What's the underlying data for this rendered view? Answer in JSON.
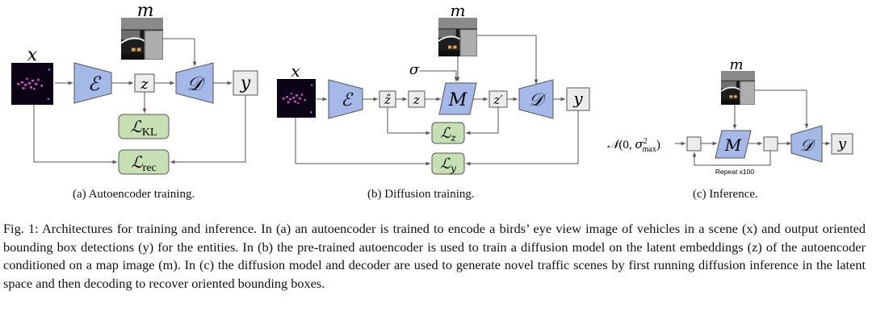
{
  "panels": {
    "a": {
      "caption": "(a) Autoencoder training.",
      "x": "x",
      "m": "m",
      "encoder": "ℰ",
      "latent": "z",
      "decoder": "𝒟",
      "output": "y",
      "loss_kl_main": "ℒ",
      "loss_kl_sub": "KL",
      "loss_rec_main": "ℒ",
      "loss_rec_sub": "rec"
    },
    "b": {
      "caption": "(b) Diffusion training.",
      "x": "x",
      "m": "m",
      "sigma": "σ",
      "encoder": "ℰ",
      "latent_hat": "ẑ",
      "latent": "z",
      "model": "M",
      "latent_prime": "z′",
      "decoder": "𝒟",
      "output": "y",
      "loss_z_main": "ℒ",
      "loss_z_sub": "z",
      "loss_y_main": "ℒ",
      "loss_y_sub": "y"
    },
    "c": {
      "caption": "(c) Inference.",
      "m": "m",
      "noise": "𝒩(0, σ²max)",
      "model": "M",
      "decoder": "𝒟",
      "output": "y",
      "repeat": "Repeat x100"
    }
  },
  "caption": {
    "label": "Fig. 1:",
    "text": "Architectures for training and inference. In (a) an autoencoder is trained to encode a birds’ eye view image of vehicles in a scene (x) and output oriented bounding box detections (y) for the entities. In (b) the pre-trained autoencoder is used to train a diffusion model on the latent embeddings (z) of the autoencoder conditioned on a map image (m). In (c) the diffusion model and decoder are used to generate novel traffic scenes by first running diffusion inference in the latent space and then decoding to recover oriented bounding boxes."
  },
  "colors": {
    "blue_block": "#a4b9e8",
    "green_block": "#c6e0b4",
    "gray_block": "#ececec",
    "map_bg": "#222222",
    "scene_bg": "#0c0316",
    "scene_dots": "#d154c9"
  }
}
